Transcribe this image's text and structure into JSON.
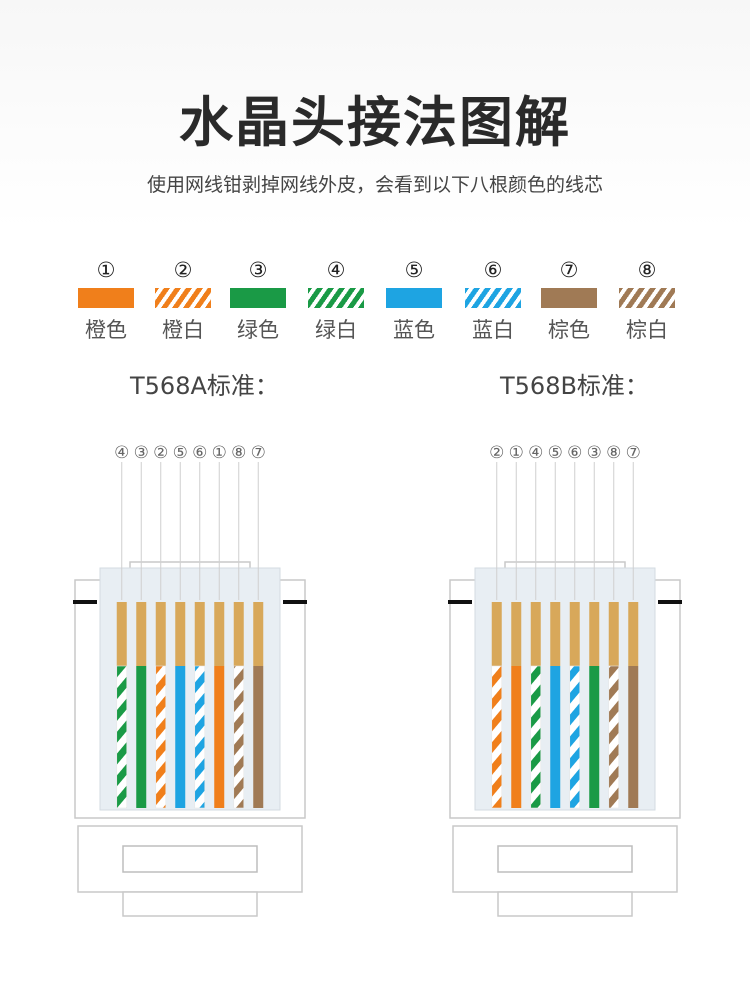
{
  "title": "水晶头接法图解",
  "subtitle": "使用网线钳剥掉网线外皮，会看到以下八根颜色的线芯",
  "colors": {
    "orange": "#f07f1b",
    "green": "#1a9a46",
    "blue": "#1ea4e2",
    "brown": "#a07a55",
    "copper": "#d8a85a"
  },
  "legend": [
    {
      "num": "①",
      "label": "橙色",
      "color": "orange",
      "striped": false
    },
    {
      "num": "②",
      "label": "橙白",
      "color": "orange",
      "striped": true
    },
    {
      "num": "③",
      "label": "绿色",
      "color": "green",
      "striped": false
    },
    {
      "num": "④",
      "label": "绿白",
      "color": "green",
      "striped": true
    },
    {
      "num": "⑤",
      "label": "蓝色",
      "color": "blue",
      "striped": false
    },
    {
      "num": "⑥",
      "label": "蓝白",
      "color": "blue",
      "striped": true
    },
    {
      "num": "⑦",
      "label": "棕色",
      "color": "brown",
      "striped": false
    },
    {
      "num": "⑧",
      "label": "棕白",
      "color": "brown",
      "striped": true
    }
  ],
  "standards": [
    {
      "label": "T568A标准：",
      "order": [
        "④",
        "③",
        "②",
        "⑤",
        "⑥",
        "①",
        "⑧",
        "⑦"
      ],
      "wires": [
        {
          "color": "green",
          "striped": true
        },
        {
          "color": "green",
          "striped": false
        },
        {
          "color": "orange",
          "striped": true
        },
        {
          "color": "blue",
          "striped": false
        },
        {
          "color": "blue",
          "striped": true
        },
        {
          "color": "orange",
          "striped": false
        },
        {
          "color": "brown",
          "striped": true
        },
        {
          "color": "brown",
          "striped": false
        }
      ]
    },
    {
      "label": "T568B标准：",
      "order": [
        "②",
        "①",
        "④",
        "⑤",
        "⑥",
        "③",
        "⑧",
        "⑦"
      ],
      "wires": [
        {
          "color": "orange",
          "striped": true
        },
        {
          "color": "orange",
          "striped": false
        },
        {
          "color": "green",
          "striped": true
        },
        {
          "color": "blue",
          "striped": false
        },
        {
          "color": "blue",
          "striped": true
        },
        {
          "color": "green",
          "striped": false
        },
        {
          "color": "brown",
          "striped": true
        },
        {
          "color": "brown",
          "striped": false
        }
      ]
    }
  ]
}
